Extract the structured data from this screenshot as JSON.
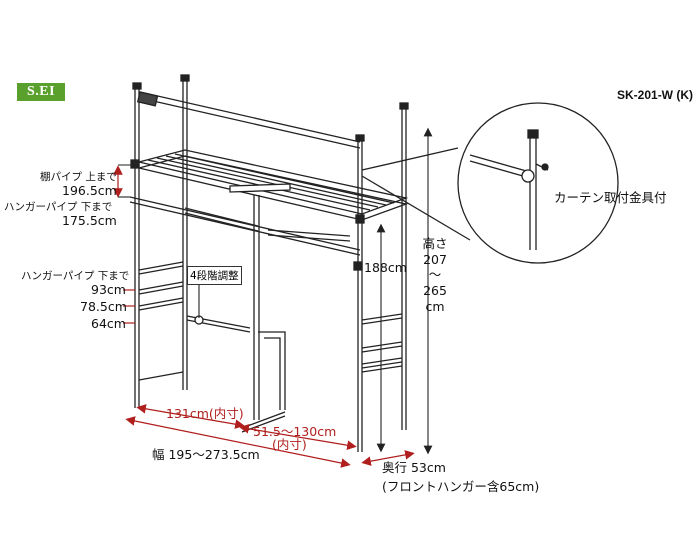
{
  "logo_text": "S.EI",
  "model_code": "SK-201-W (K)",
  "callout_label": "カーテン取付金具付",
  "labels": {
    "shelf_pipe_top": "棚パイプ 上まで",
    "shelf_pipe_top_value": "196.5cm",
    "hanger_pipe_bottom_1": "ハンガーパイプ 下まで",
    "hanger_pipe_bottom_1_value": "175.5cm",
    "hanger_pipe_bottom_2": "ハンガーパイプ 下まで",
    "level_93": "93cm",
    "level_78_5": "78.5cm",
    "level_64": "64cm",
    "adjust_4": "4段階調整",
    "height_188": "188cm",
    "height_title": "高さ",
    "height_range_1": "207",
    "height_range_tilde": "〜",
    "height_range_2": "265",
    "height_unit": "cm",
    "inner_131": "131cm(内寸)",
    "inner_51_5": "51.5〜130cm",
    "inner_51_5_sub": "(内寸)",
    "width_range": "幅 195〜273.5cm",
    "depth": "奥行 53cm",
    "depth_sub": "(フロントハンガー含65cm)"
  },
  "colors": {
    "dimension_red": "#b11e1e",
    "logo_green": "#5aa02c",
    "frame": "#222222"
  }
}
